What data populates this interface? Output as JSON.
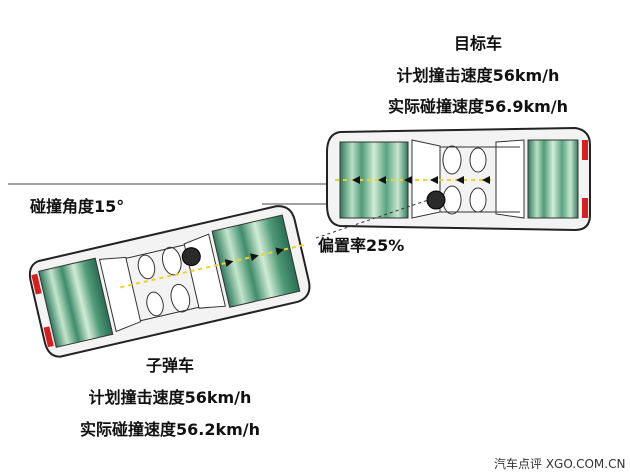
{
  "target_car": {
    "title": "目标车",
    "planned_speed": "计划撞击速度56km/h",
    "actual_speed": "实际碰撞速度56.9km/h"
  },
  "bullet_car": {
    "title": "子弹车",
    "planned_speed": "计划撞击速度56km/h",
    "actual_speed": "实际碰撞速度56.2km/h"
  },
  "collision_angle": "碰撞角度15°",
  "offset_rate": "偏置率25%",
  "watermark": "汽车点评  XGO.COM.CN",
  "colors": {
    "car_body": "#f3f3f3",
    "car_outline": "#222222",
    "green_dark": "#2f7a5e",
    "green_light": "#d2ecd6",
    "tail_red": "#d81e1e",
    "trajectory": "#f2d21c"
  }
}
